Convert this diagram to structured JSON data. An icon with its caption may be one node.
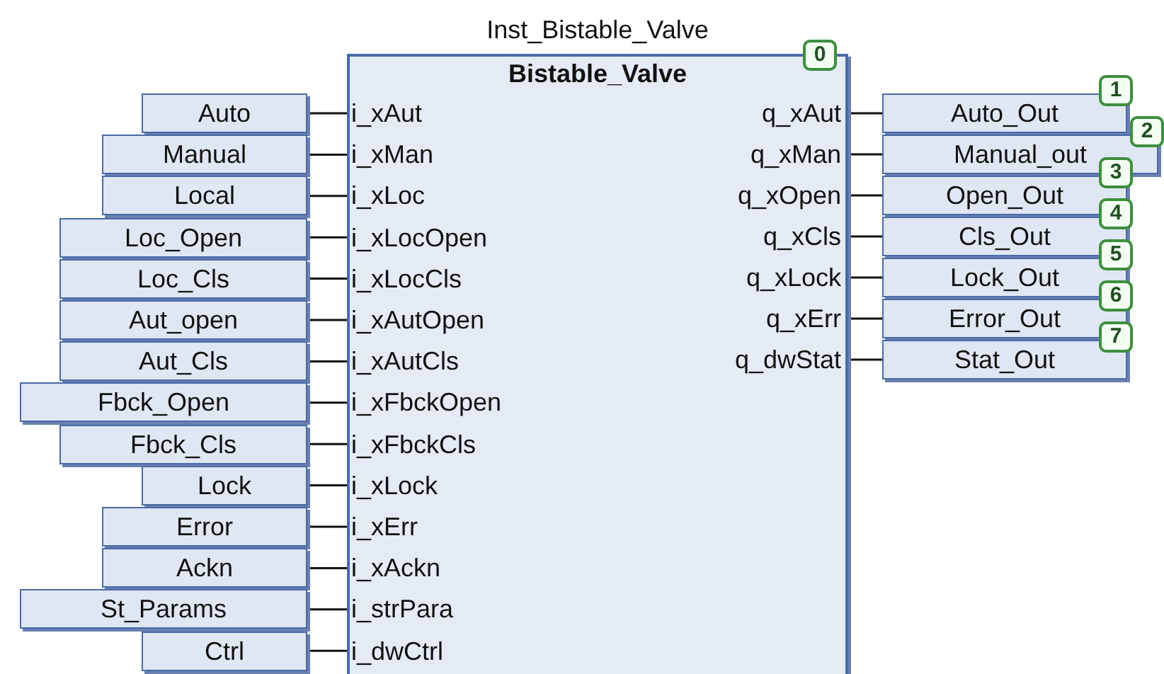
{
  "diagram": {
    "nodes": [
      {
        "text": [
          "Auto"
        ]
      },
      {
        "text": [
          "Manual"
        ]
      },
      {
        "text": [
          "Local"
        ]
      },
      {
        "text": [
          "Loc_Open"
        ]
      },
      {
        "text": [
          "Loc_Cls"
        ]
      },
      {
        "text": [
          "Aut_open"
        ]
      },
      {
        "text": [
          "Aut_Cls"
        ]
      },
      {
        "text": [
          "Fbck_Open"
        ]
      },
      {
        "text": [
          "Fbck_Cls"
        ]
      },
      {
        "text": [
          "Lock"
        ]
      },
      {
        "text": [
          "Error"
        ]
      },
      {
        "text": [
          "Ackn"
        ]
      },
      {
        "text": [
          "St_Params"
        ]
      },
      {
        "text": [
          "Ctrl"
        ]
      },
      {
        "text": [
          "Inst_Bistable_Valve",
          "Bistable_Valve"
        ],
        "beside": [
          "0"
        ]
      },
      {
        "text": [
          "i_xAut"
        ],
        "in": 14
      },
      {
        "text": [
          "i_xMan"
        ],
        "in": 14
      },
      {
        "text": [
          "i_xLoc"
        ],
        "in": 14
      },
      {
        "text": [
          "i_xLocOpen"
        ],
        "in": 14
      },
      {
        "text": [
          "i_xLocCls"
        ],
        "in": 14
      },
      {
        "text": [
          "i_xAutOpen"
        ],
        "in": 14
      },
      {
        "text": [
          "i_xAutCls"
        ],
        "in": 14
      },
      {
        "text": [
          "i_xFbckOpen"
        ],
        "in": 14
      },
      {
        "text": [
          "i_xFbckCls"
        ],
        "in": 14
      },
      {
        "text": [
          "i_xLock"
        ],
        "in": 14
      },
      {
        "text": [
          "i_xErr"
        ],
        "in": 14
      },
      {
        "text": [
          "i_xAckn"
        ],
        "in": 14
      },
      {
        "text": [
          "i_strPara"
        ],
        "in": 14
      },
      {
        "text": [
          "i_dwCtrl"
        ],
        "in": 14
      },
      {
        "text": [
          "q_xAut"
        ],
        "in": 14
      },
      {
        "text": [
          "q_xMan"
        ],
        "in": 14
      },
      {
        "text": [
          "q_xOpen"
        ],
        "in": 14
      },
      {
        "text": [
          "q_xCls"
        ],
        "in": 14
      },
      {
        "text": [
          "q_xLock"
        ],
        "in": 14
      },
      {
        "text": [
          "q_xErr"
        ],
        "in": 14
      },
      {
        "text": [
          "q_dwStat"
        ],
        "in": 14
      },
      {
        "text": [
          "Auto_Out"
        ],
        "beside": [
          "1"
        ]
      },
      {
        "text": [
          "Manual_out"
        ],
        "beside": [
          "2"
        ]
      },
      {
        "text": [
          "Open_Out"
        ],
        "beside": [
          "3"
        ]
      },
      {
        "text": [
          "Cls_Out"
        ],
        "beside": [
          "4"
        ]
      },
      {
        "text": [
          "Lock_Out"
        ],
        "beside": [
          "5"
        ]
      },
      {
        "text": [
          "Error_Out"
        ],
        "beside": [
          "6"
        ]
      },
      {
        "text": [
          "Stat_Out"
        ],
        "beside": [
          "7"
        ]
      }
    ],
    "edges": [
      {
        "from": 0,
        "to": 15,
        "arrow": "none"
      },
      {
        "from": 1,
        "to": 16,
        "arrow": "none"
      },
      {
        "from": 2,
        "to": 17,
        "arrow": "none"
      },
      {
        "from": 3,
        "to": 18,
        "arrow": "none"
      },
      {
        "from": 4,
        "to": 19,
        "arrow": "none"
      },
      {
        "from": 5,
        "to": 20,
        "arrow": "none"
      },
      {
        "from": 6,
        "to": 21,
        "arrow": "none"
      },
      {
        "from": 7,
        "to": 22,
        "arrow": "none"
      },
      {
        "from": 8,
        "to": 23,
        "arrow": "none"
      },
      {
        "from": 9,
        "to": 24,
        "arrow": "none"
      },
      {
        "from": 10,
        "to": 25,
        "arrow": "none"
      },
      {
        "from": 11,
        "to": 26,
        "arrow": "none"
      },
      {
        "from": 12,
        "to": 27,
        "arrow": "none"
      },
      {
        "from": 13,
        "to": 28,
        "arrow": "none"
      },
      {
        "from": 29,
        "to": 36,
        "arrow": "none"
      },
      {
        "from": 30,
        "to": 37,
        "arrow": "none"
      },
      {
        "from": 31,
        "to": 38,
        "arrow": "none"
      },
      {
        "from": 32,
        "to": 39,
        "arrow": "none"
      },
      {
        "from": 33,
        "to": 40,
        "arrow": "none"
      },
      {
        "from": 34,
        "to": 41,
        "arrow": "none"
      },
      {
        "from": 35,
        "to": 42,
        "arrow": "none"
      }
    ]
  }
}
